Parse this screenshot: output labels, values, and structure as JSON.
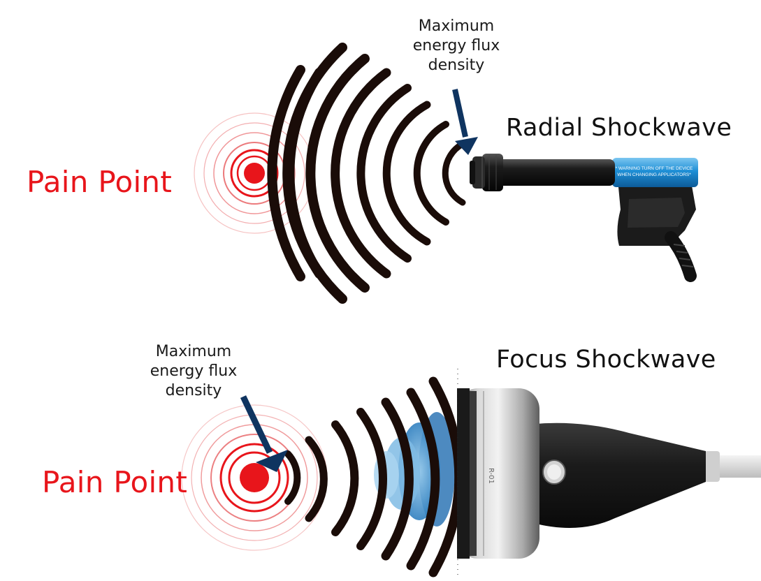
{
  "radial": {
    "title": "Radial Shockwave",
    "pain_label": "Pain Point",
    "annotation": [
      "Maximum",
      "energy flux",
      "density"
    ],
    "device_warning": [
      "* WARNING TURN OFF THE DEVICE",
      "WHEN CHANGING APPLICATORS*"
    ]
  },
  "focus": {
    "title": "Focus Shockwave",
    "pain_label": "Pain Point",
    "annotation": [
      "Maximum",
      "energy flux",
      "density"
    ],
    "device_marking": "R-01"
  },
  "colors": {
    "pain_red": "#e8151b",
    "wave_dark": "#1a0c08",
    "arrow_navy": "#0f3460",
    "radial_body_blue": "#1e8fd6",
    "focus_lens_blue": "#5aa7d8",
    "focus_head_silver": "#b9b9b9"
  },
  "icons": {
    "target": "concentric-target-icon",
    "arrow": "down-arrow-icon"
  }
}
